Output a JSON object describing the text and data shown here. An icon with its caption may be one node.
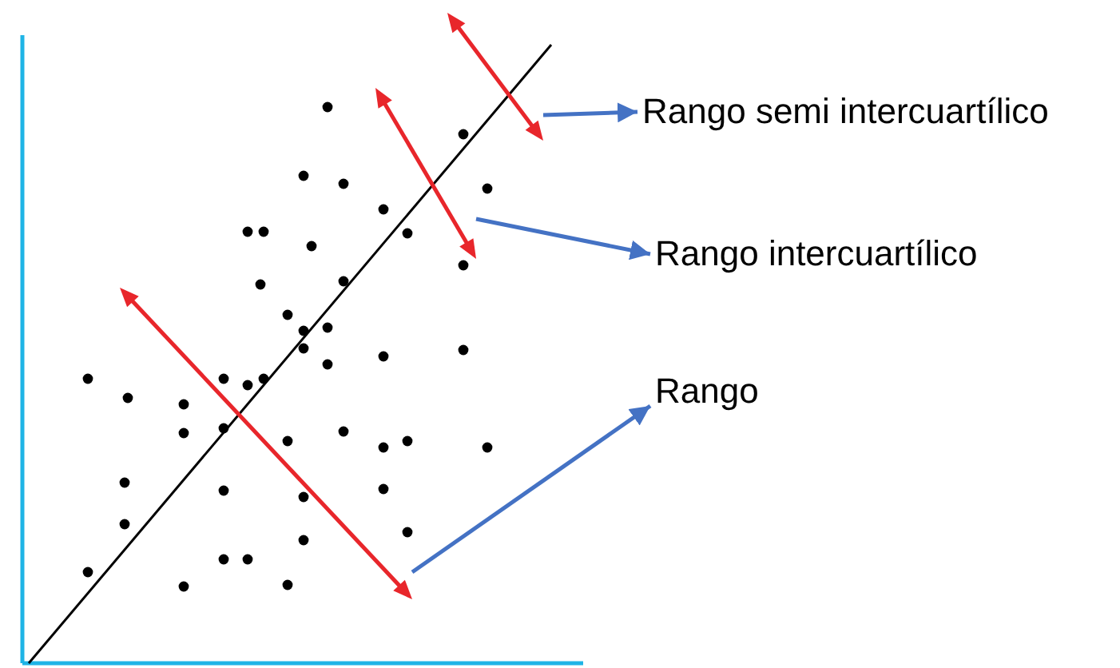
{
  "diagram": {
    "nodes": [
      {
        "text": [
          "Rango semi intercuartílico"
        ]
      },
      {
        "text": [
          "Rango intercuartílico"
        ]
      },
      {
        "text": [
          "Rango"
        ]
      },
      {
        "text": [],
        "shape": "arrow"
      },
      {
        "text": [],
        "shape": "arrow"
      },
      {
        "text": [],
        "shape": "arrow"
      }
    ],
    "edges": [
      {
        "from": 5,
        "to": 0,
        "arrow": "to"
      },
      {
        "from": 4,
        "to": 1,
        "arrow": "to"
      },
      {
        "from": 3,
        "to": 2,
        "arrow": "to"
      }
    ]
  }
}
